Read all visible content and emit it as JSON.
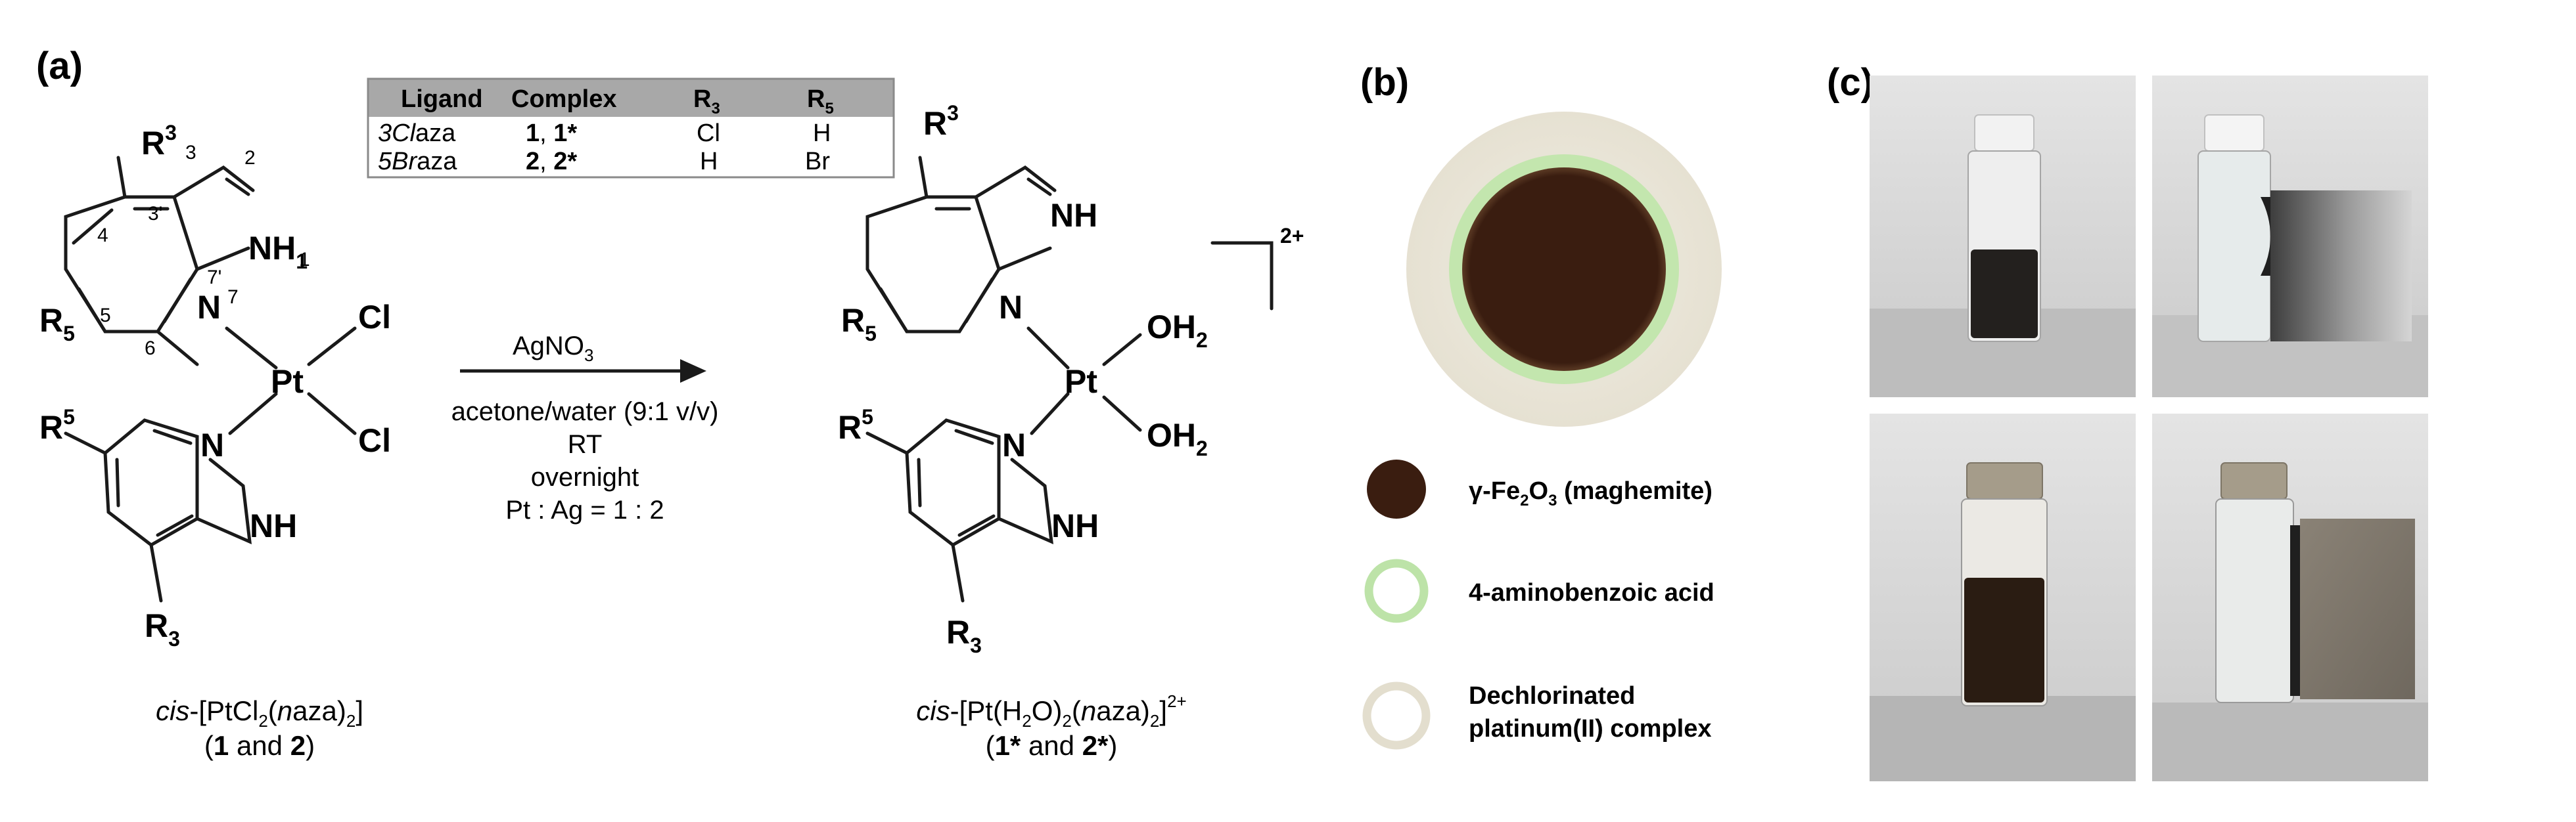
{
  "panels": {
    "a": "(a)",
    "b": "(b)",
    "c": "(c)"
  },
  "table": {
    "headers": [
      "Ligand",
      "Complex",
      "R",
      "R"
    ],
    "header_subs": [
      "3",
      "5"
    ],
    "rows": [
      {
        "ligand_prefix": "3Cl",
        "ligand_suffix": "aza",
        "complex_a": "1",
        "complex_sep": ", ",
        "complex_b": "1*",
        "r3": "Cl",
        "r5": "H"
      },
      {
        "ligand_prefix": "5Br",
        "ligand_suffix": "aza",
        "complex_a": "2",
        "complex_sep": ", ",
        "complex_b": "2*",
        "r3": "H",
        "r5": "Br"
      }
    ]
  },
  "atoms": {
    "R": "R",
    "N": "N",
    "NH": "NH",
    "H": "H",
    "Pt": "Pt",
    "Cl": "Cl",
    "OH": "OH",
    "sup3": "3",
    "sup5": "5",
    "sub3": "3",
    "sub5": "5",
    "sub1": "1",
    "sub2": "2",
    "charge": "2+"
  },
  "ring_numbers": [
    "3",
    "2",
    "1",
    "3'",
    "4",
    "5",
    "6",
    "7",
    "7'"
  ],
  "reaction": {
    "reagent": "AgNO",
    "reagent_sub": "3",
    "conditions": [
      "acetone/water (9:1 v/v)",
      "RT",
      "overnight",
      "Pt : Ag = 1 : 2"
    ]
  },
  "captions": {
    "left": {
      "italic_prefix": "cis",
      "text": "-[PtCl",
      "sub": "2",
      "mid": "(",
      "italic_mid": "n",
      "mid2": "aza)",
      "sub2": "2",
      "end": "]",
      "line2_open": "(",
      "b1": "1",
      "and": " and ",
      "b2": "2",
      "line2_close": ")"
    },
    "right": {
      "italic_prefix": "cis",
      "text": "-[Pt(H",
      "sub": "2",
      "mid": "O)",
      "sub2": "2",
      "mid2": "(",
      "italic_mid": "n",
      "mid3": "aza)",
      "sub3": "2",
      "end": "]",
      "sup": "2+",
      "line2_open": "(",
      "b1": "1*",
      "and": " and ",
      "b2": "2*",
      "line2_close": ")"
    }
  },
  "legend": {
    "items": [
      {
        "label_prefix": "γ-Fe",
        "sub1": "2",
        "mid": "O",
        "sub2": "3",
        "suffix": " (maghemite)"
      },
      {
        "label": "4-aminobenzoic acid"
      },
      {
        "label_line1": "Dechlorinated",
        "label_line2": "platinum(II) complex"
      }
    ]
  },
  "colors": {
    "core": "#3a1d10",
    "shell": "#bde3a8",
    "outer": "#ece8db",
    "table_header": "#a8a8a8",
    "photo_bg": "#d6d6d6"
  }
}
